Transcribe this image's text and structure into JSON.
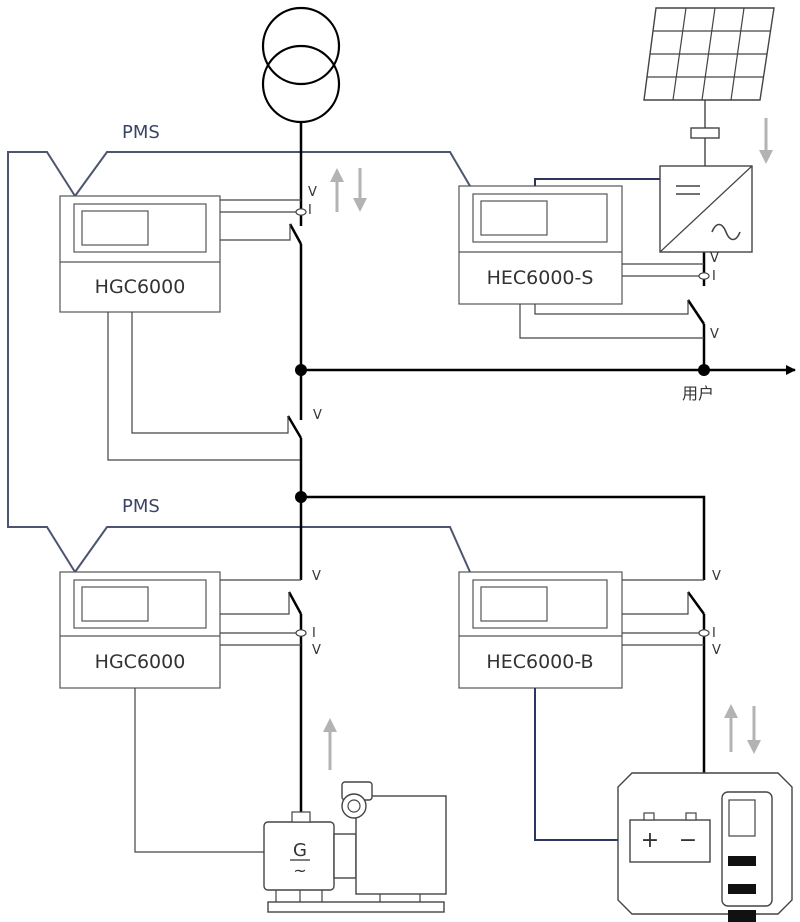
{
  "labels": {
    "pms_top": "PMS",
    "pms_bottom": "PMS",
    "ctrl_top_left": "HGC6000",
    "ctrl_top_right": "HEC6000-S",
    "ctrl_bottom_left": "HGC6000",
    "ctrl_bottom_right": "HEC6000-B",
    "user": "用户",
    "generator_symbol": "G",
    "generator_wave": "~",
    "battery_plus": "+",
    "battery_minus": "−"
  },
  "signal_labels": {
    "v": "V",
    "i": "I"
  },
  "colors": {
    "pms_line": "#4c5470",
    "power_bus": "#000000",
    "signal_wire": "#444444",
    "flow_arrow": "#b3b3b3",
    "text": "#333333"
  },
  "icons": {
    "transformer": "transformer-icon",
    "solar_panel": "solar-panel-icon",
    "inverter": "dc-ac-inverter-icon",
    "generator": "generator-set-icon",
    "battery": "battery-storage-icon"
  }
}
